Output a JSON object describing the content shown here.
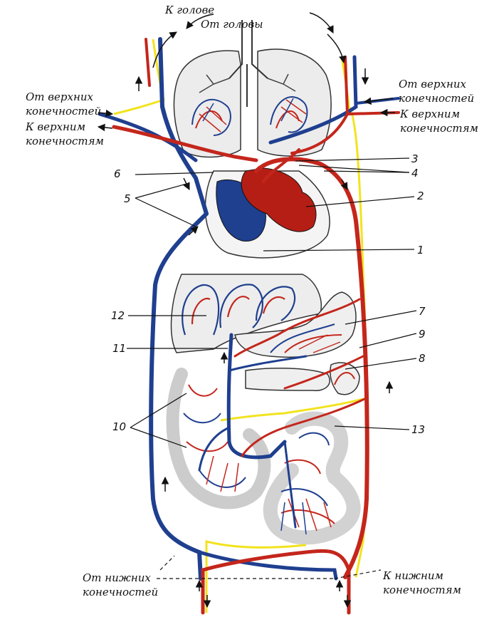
{
  "labels": {
    "to_head": "К голове",
    "from_head": "От головы",
    "from_upper_left_1": "От верхних",
    "from_upper_left_2": "конечностей",
    "to_upper_left_1": "К верхним",
    "to_upper_left_2": "конечностям",
    "from_upper_right_1": "От верхних",
    "from_upper_right_2": "конечностей",
    "to_upper_right_1": "К верхним",
    "to_upper_right_2": "конечностям",
    "from_lower_1": "От нижних",
    "from_lower_2": "конечностей",
    "to_lower_1": "К нижним",
    "to_lower_2": "конечностям"
  },
  "numbers": {
    "n1": "1",
    "n2": "2",
    "n3": "3",
    "n4": "4",
    "n5": "5",
    "n6": "6",
    "n7": "7",
    "n8": "8",
    "n9": "9",
    "n10": "10",
    "n11": "11",
    "n12": "12",
    "n13": "13"
  },
  "colors": {
    "artery": "#c4261c",
    "vein": "#1f3f8f",
    "lymph": "#f2e31e",
    "organ_fill": "#eeeeee",
    "outline": "#333333"
  }
}
